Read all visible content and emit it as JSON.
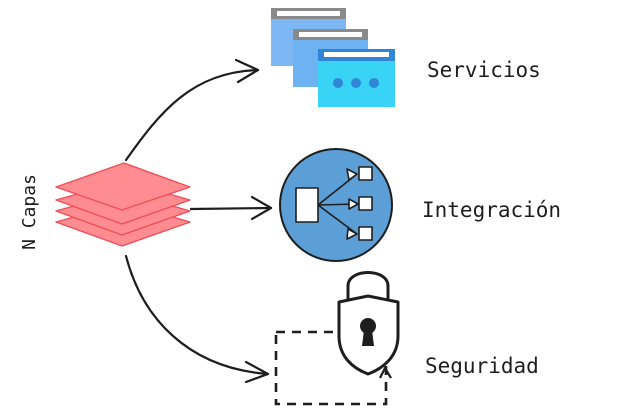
{
  "diagram": {
    "source": {
      "label": "N Capas",
      "icon": "stacked-layers-icon",
      "color": "#ff8a8f"
    },
    "targets": [
      {
        "label": "Servicios",
        "icon": "browser-windows-icon",
        "color": "#4ea3f2"
      },
      {
        "label": "Integración",
        "icon": "integration-hub-icon",
        "color": "#5b9fd6"
      },
      {
        "label": "Seguridad",
        "icon": "shield-lock-icon",
        "color": "#1e1e1e"
      }
    ]
  }
}
